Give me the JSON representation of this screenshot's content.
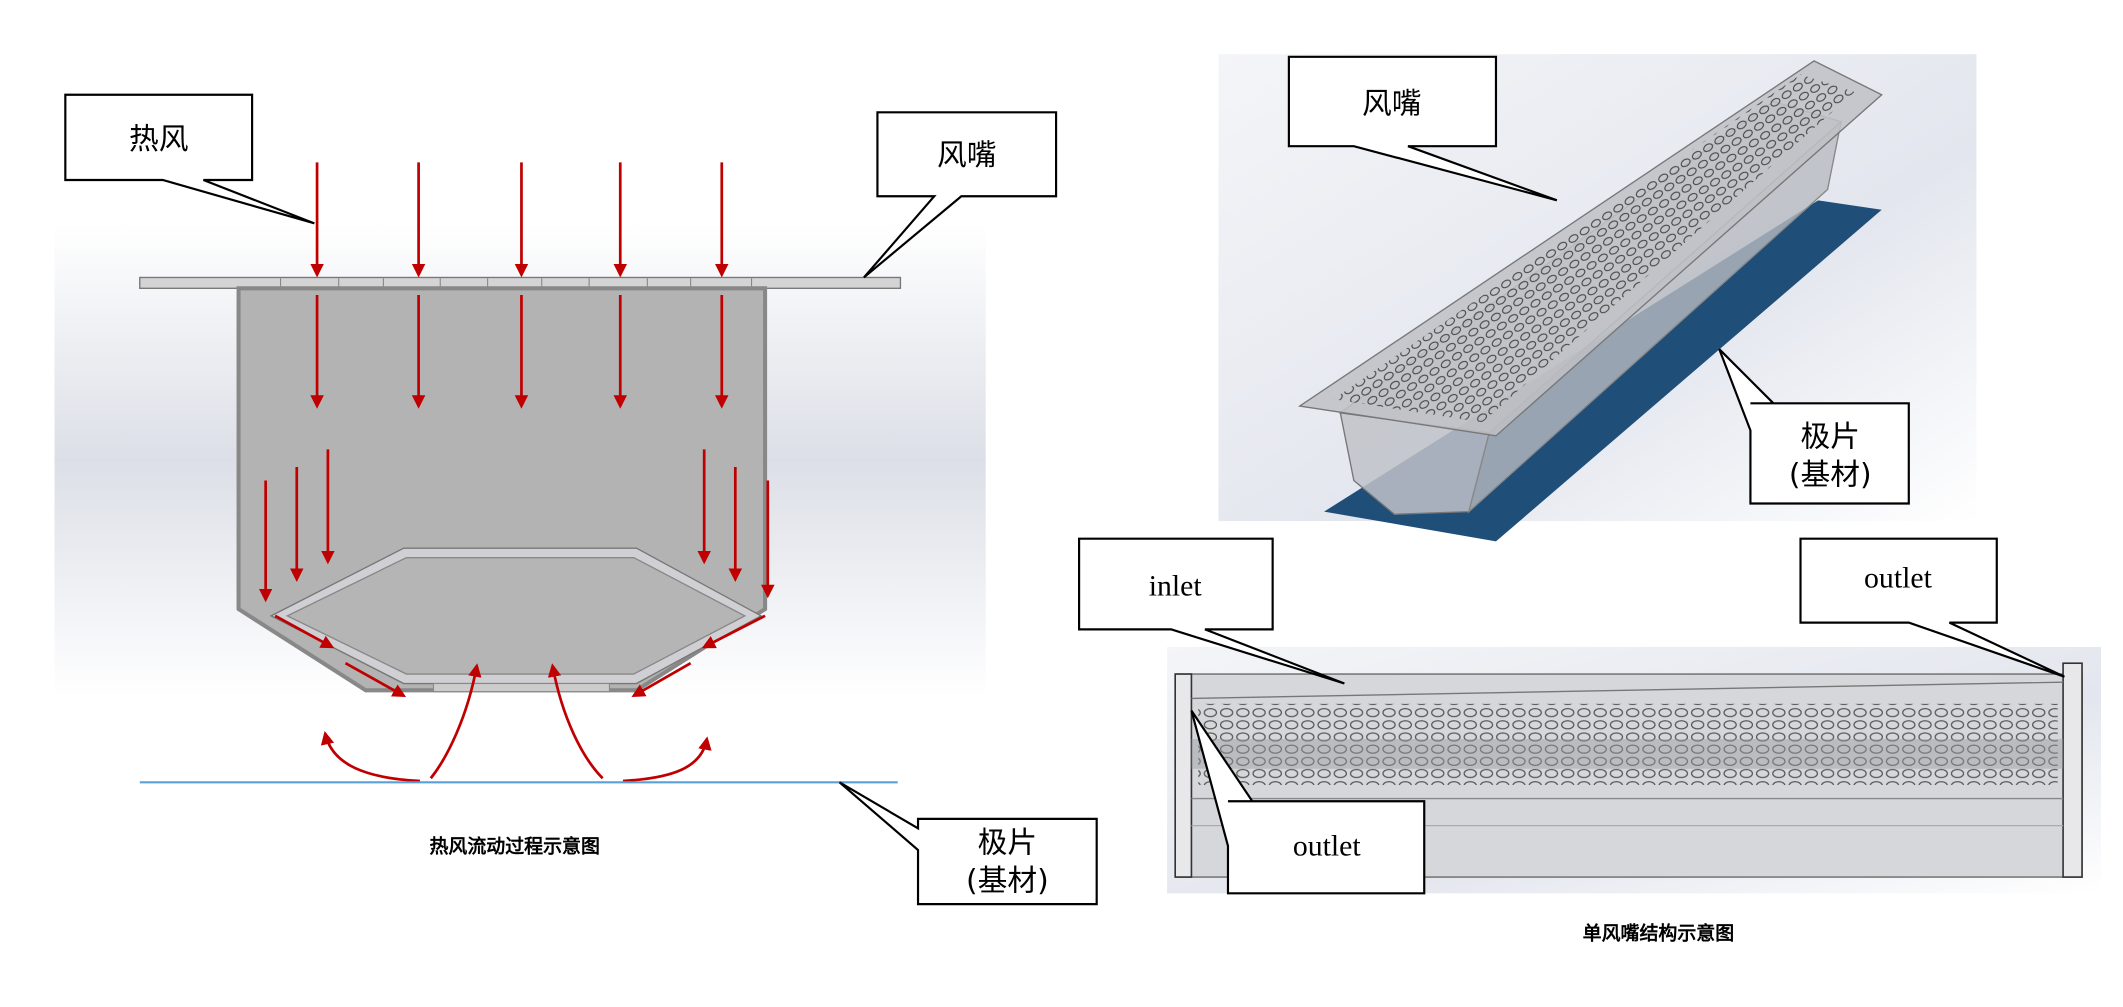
{
  "left_figure": {
    "callout_hot_air": "热风",
    "callout_nozzle": "风嘴",
    "callout_substrate_line1": "极片",
    "callout_substrate_line2": "(基材)",
    "caption": "热风流动过程示意图"
  },
  "right_figure": {
    "callout_nozzle": "风嘴",
    "callout_substrate_line1": "极片",
    "callout_substrate_line2": "(基材)",
    "callout_inlet": "inlet",
    "callout_outlet_top": "outlet",
    "callout_outlet_bottom": "outlet",
    "caption": "单风嘴结构示意图"
  },
  "colors": {
    "arrow": "#c00000",
    "substrate_plate": "#1f4e79",
    "substrate_line": "#5aa0d8"
  }
}
